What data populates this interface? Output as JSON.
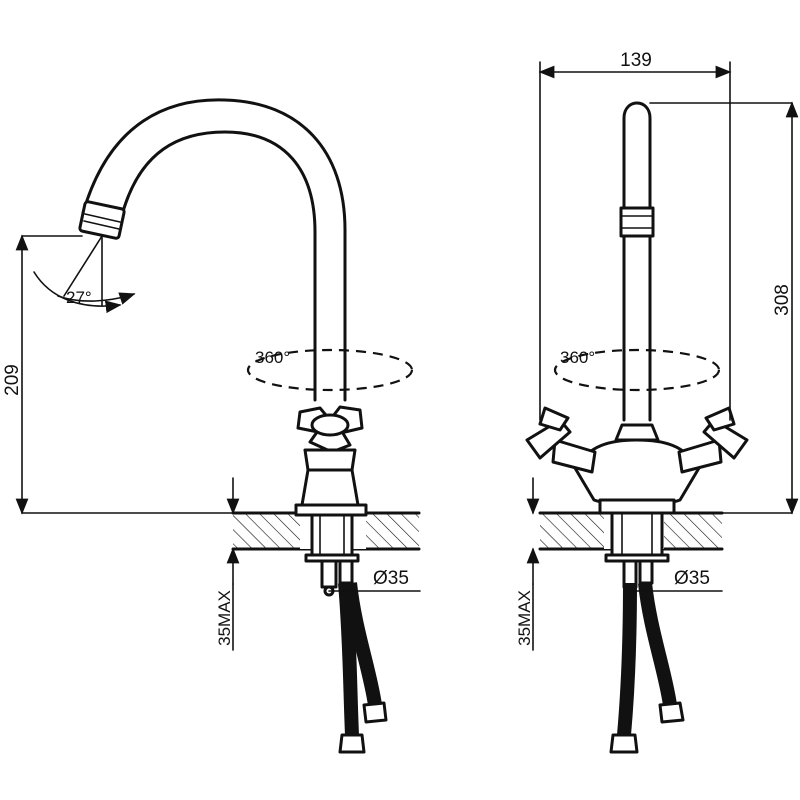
{
  "dimensions": {
    "height_label": "209",
    "width_label": "139",
    "total_height_label": "308",
    "deck_thickness_label": "35MAX",
    "hole_diameter_label": "Ø35",
    "swivel_label": "360°",
    "aerator_angle_label": "27°"
  },
  "colors": {
    "line": "#111111",
    "background": "#ffffff"
  }
}
